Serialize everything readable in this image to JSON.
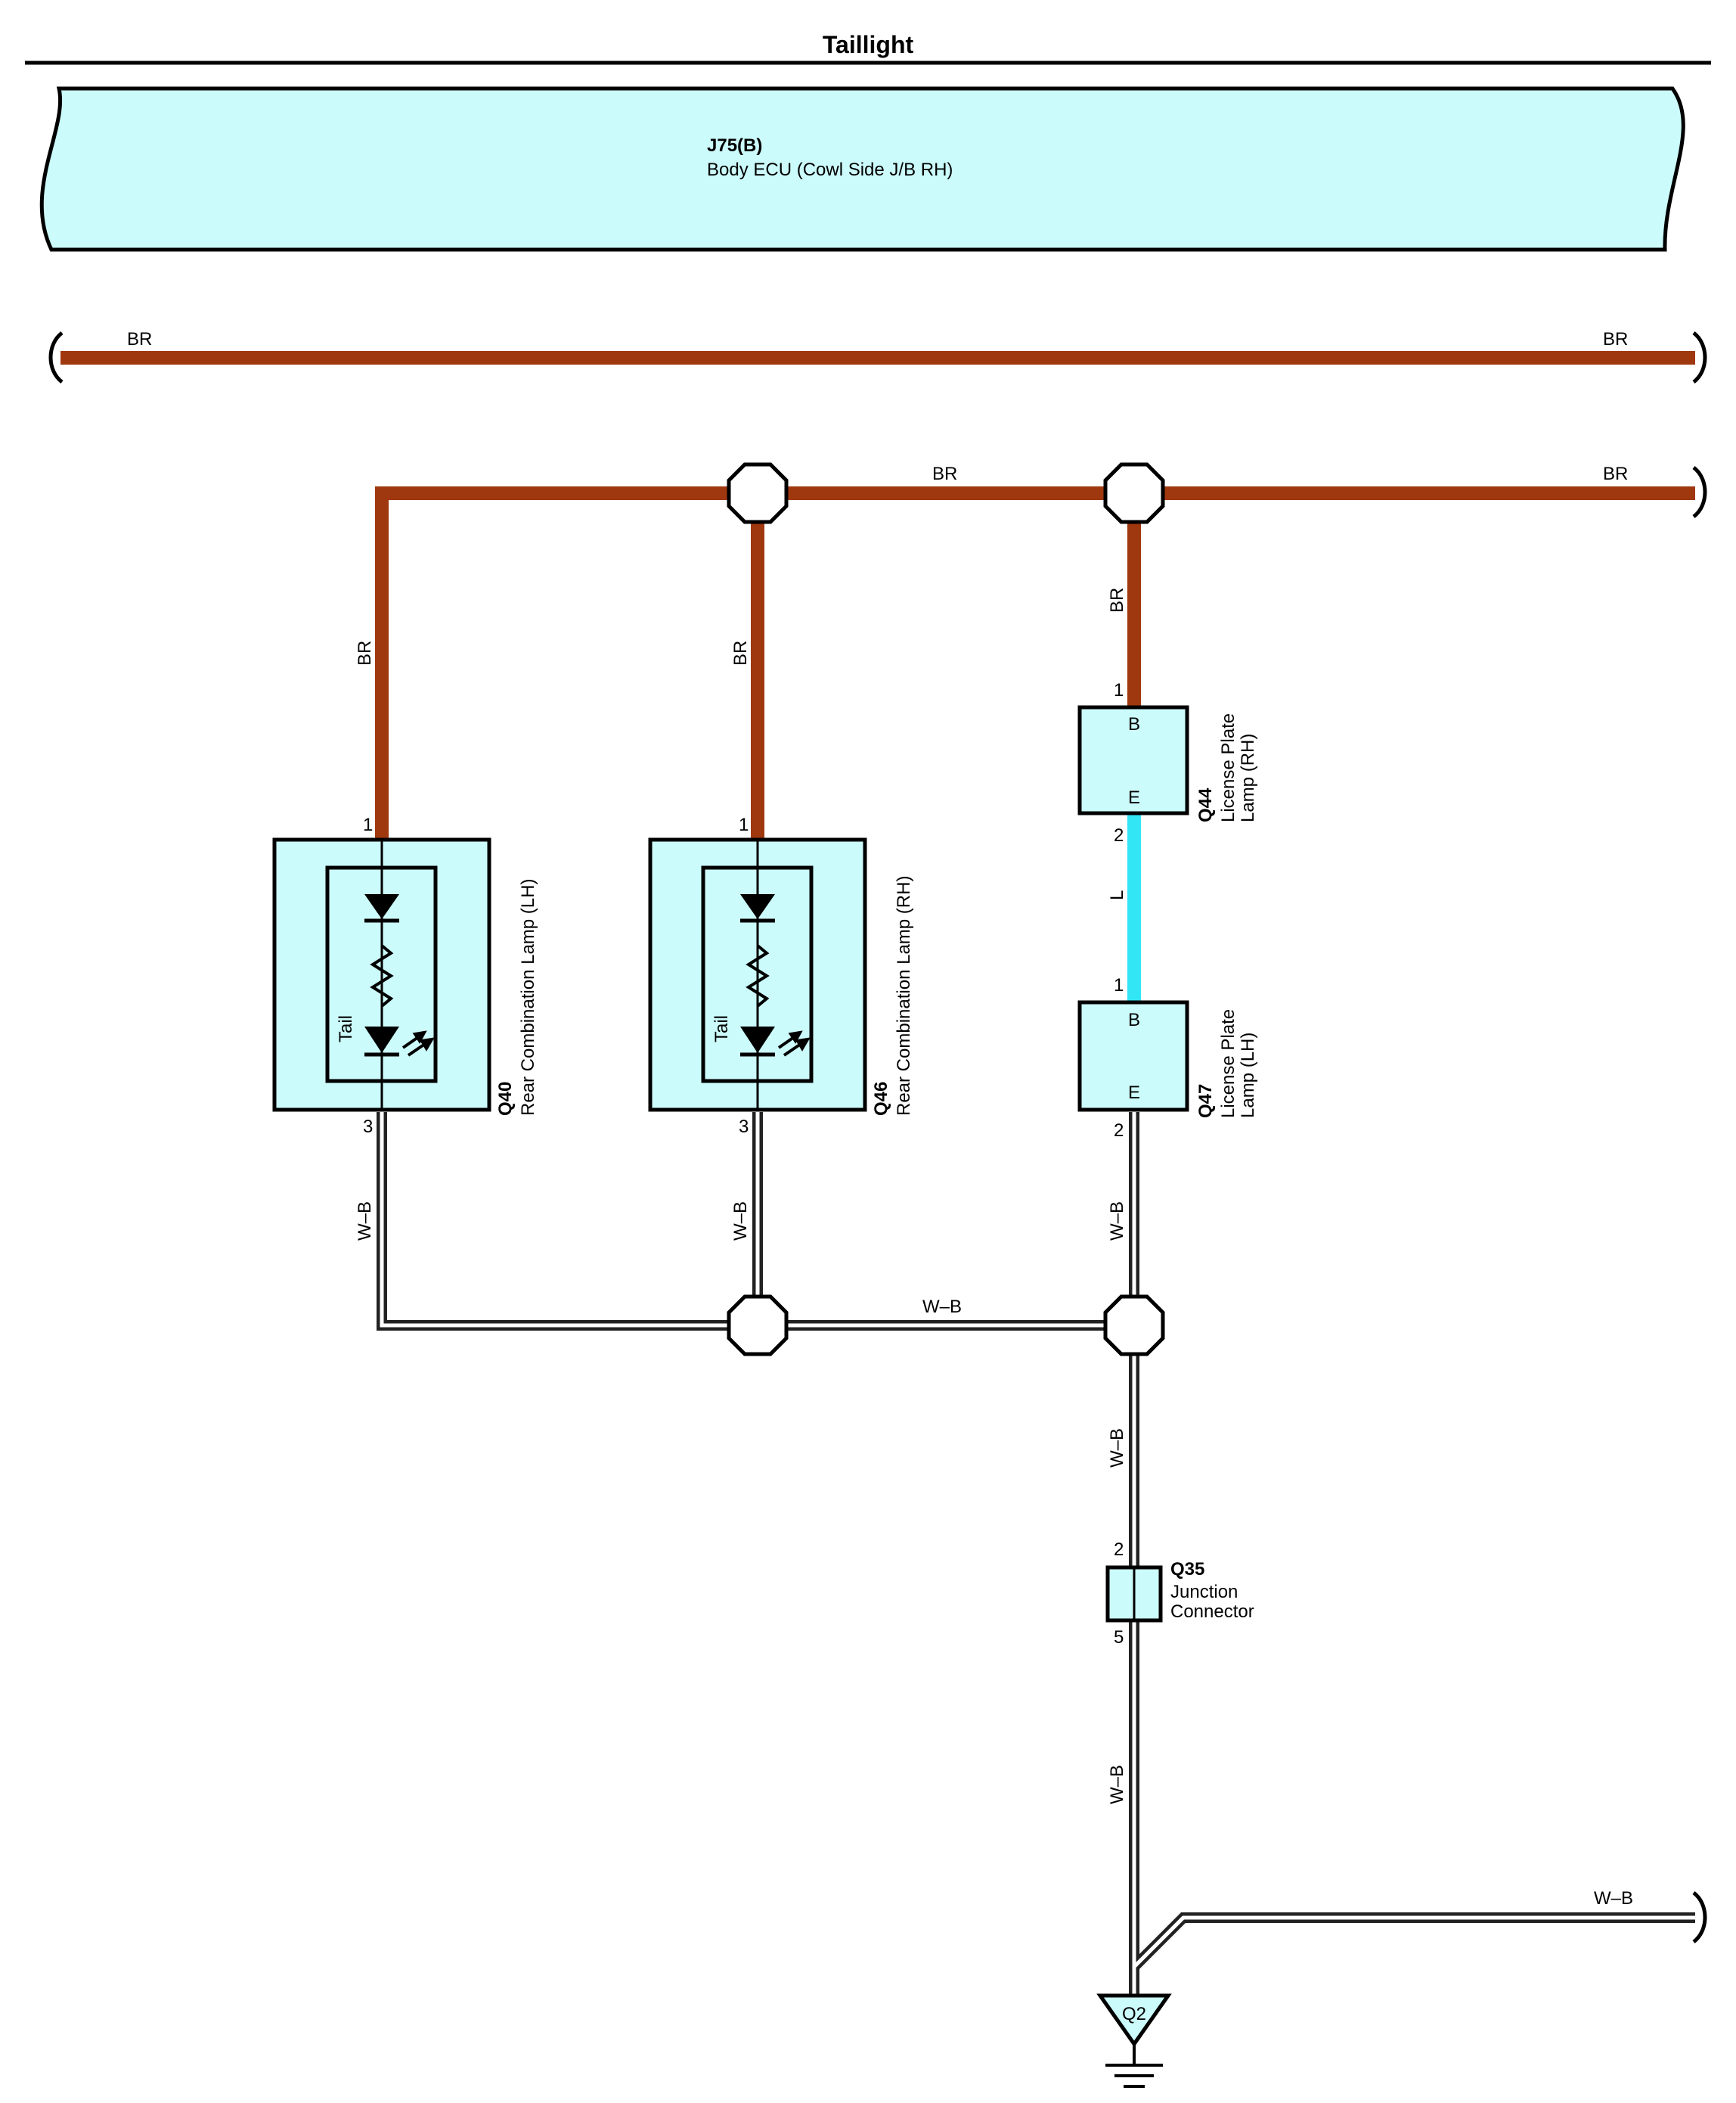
{
  "title": "Taillight",
  "colors": {
    "br_wire": "#a0380f",
    "l_wire": "#33e6f5",
    "wb_wire_outline": "#222222",
    "wb_wire_fill": "#ffffff",
    "component_fill": "#ccfbfb",
    "stroke": "#000000"
  },
  "ecu": {
    "code": "J75(B)",
    "name": "Body ECU (Cowl Side J/B RH)"
  },
  "wire_labels": {
    "br": "BR",
    "l": "L",
    "wb": "W–B"
  },
  "components": {
    "q40": {
      "code": "Q40",
      "name": "Rear Combination Lamp (LH)",
      "inner_label": "Tail",
      "pin_in": "1",
      "pin_out": "3"
    },
    "q46": {
      "code": "Q46",
      "name": "Rear Combination Lamp (RH)",
      "inner_label": "Tail",
      "pin_in": "1",
      "pin_out": "3"
    },
    "q44": {
      "code": "Q44",
      "name_line1": "License Plate",
      "name_line2": "Lamp (RH)",
      "term_top": "B",
      "term_bottom": "E",
      "pin_in": "1",
      "pin_out": "2"
    },
    "q47": {
      "code": "Q47",
      "name_line1": "License Plate",
      "name_line2": "Lamp (LH)",
      "term_top": "B",
      "term_bottom": "E",
      "pin_in": "1",
      "pin_out": "2"
    },
    "q35": {
      "code": "Q35",
      "name_line1": "Junction",
      "name_line2": "Connector",
      "pin_in": "2",
      "pin_out": "5"
    }
  },
  "ground": {
    "code": "Q2"
  }
}
